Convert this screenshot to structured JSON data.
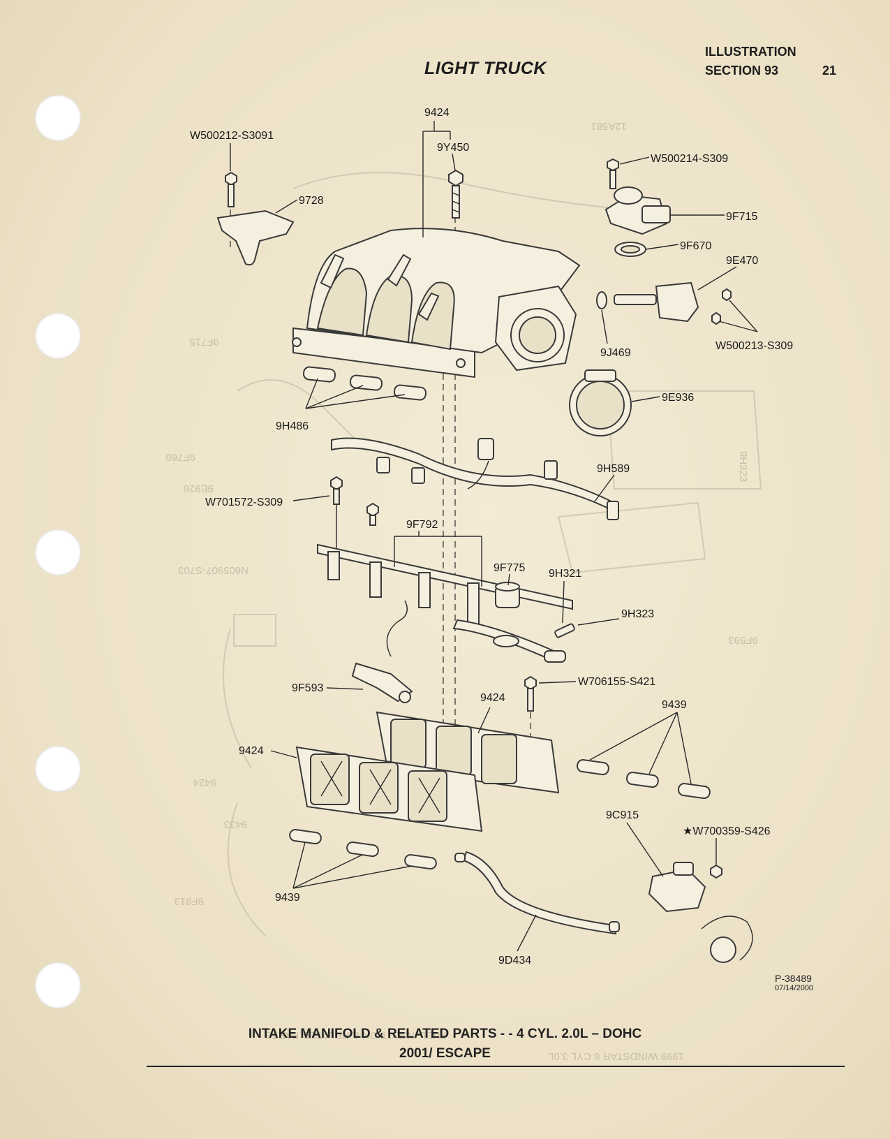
{
  "header": {
    "title": "LIGHT TRUCK",
    "illustration_label": "ILLUSTRATION",
    "section_label": "SECTION 93",
    "page_number": "21"
  },
  "callouts": {
    "w500212_s3091": "W500212-S3091",
    "p9424_top": "9424",
    "p9y450": "9Y450",
    "w500214_s309": "W500214-S309",
    "p9728": "9728",
    "p9f715": "9F715",
    "p9f670": "9F670",
    "p9e470": "9E470",
    "p9j469": "9J469",
    "w500213_s309": "W500213-S309",
    "p9e936": "9E936",
    "p9h486": "9H486",
    "p9h589": "9H589",
    "w701572_s309": "W701572-S309",
    "p9f792": "9F792",
    "p9f775": "9F775",
    "p9h321": "9H321",
    "p9h323": "9H323",
    "w706155_s421": "W706155-S421",
    "p9f593": "9F593",
    "p9424_mid": "9424",
    "p9439_right": "9439",
    "p9424_left": "9424",
    "p9c915": "9C915",
    "w700359_s426": "★W700359-S426",
    "p9439_bottom": "9439",
    "p9d434": "9D434"
  },
  "ghost_text": {
    "g1": "9F715",
    "g2": "9F760",
    "g3": "9E926",
    "g4": "N605907-S703",
    "g5": "9H323",
    "g6": "9F593",
    "g7": "9F813",
    "g8": "9424",
    "g9": "9433",
    "g10": "12A581",
    "g11": "FUEL INJECTION & RELATED PARTS",
    "g12": "1999 WINDSTAR 6 CYL 3.0L"
  },
  "footer": {
    "ref_number": "P-38489",
    "ref_date": "07/14/2000",
    "caption_line1": "INTAKE MANIFOLD & RELATED PARTS - - 4 CYL. 2.0L – DOHC",
    "caption_line2": "2001/ ESCAPE"
  }
}
